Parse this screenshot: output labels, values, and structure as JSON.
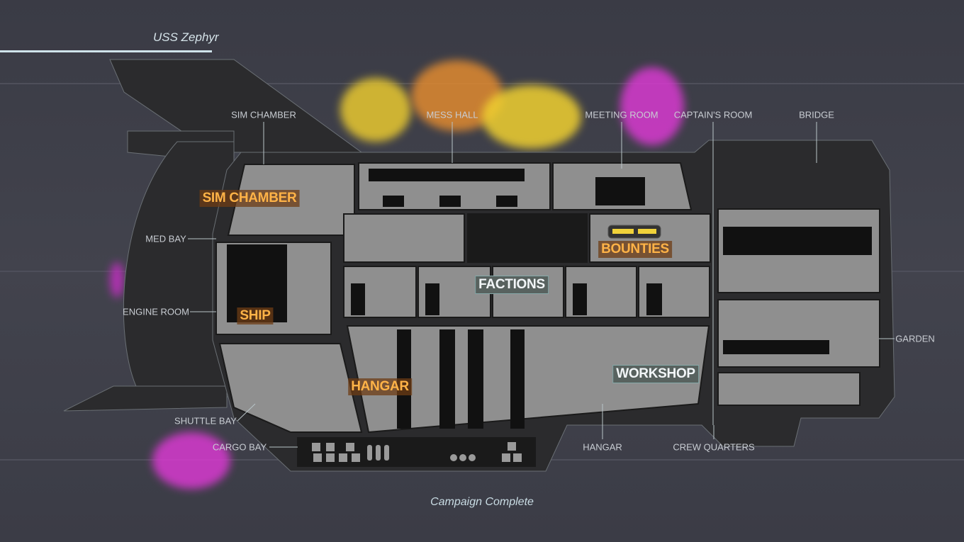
{
  "ship_name": "USS Zephyr",
  "status": "Campaign Complete",
  "callouts": {
    "sim_chamber": "SIM CHAMBER",
    "mess_hall": "MESS HALL",
    "meeting_room": "MEETING ROOM",
    "captains_room": "CAPTAIN'S ROOM",
    "bridge": "BRIDGE",
    "med_bay": "MED BAY",
    "engine_room": "ENGINE ROOM",
    "garden": "GARDEN",
    "shuttle_bay": "SHUTTLE BAY",
    "cargo_bay": "CARGO BAY",
    "hangar": "HANGAR",
    "crew_quarters": "CREW QUARTERS"
  },
  "room_tags": {
    "sim_chamber": "SIM CHAMBER",
    "bounties": "BOUNTIES",
    "factions": "FACTIONS",
    "ship": "SHIP",
    "hangar": "HANGAR",
    "workshop": "WORKSHOP"
  },
  "colors": {
    "orange_tag": "#ffb347",
    "hull": "#2b2b2d",
    "room": "#8f8f8f",
    "firework_pink": "#e040e0",
    "firework_yellow": "#f0d030"
  }
}
